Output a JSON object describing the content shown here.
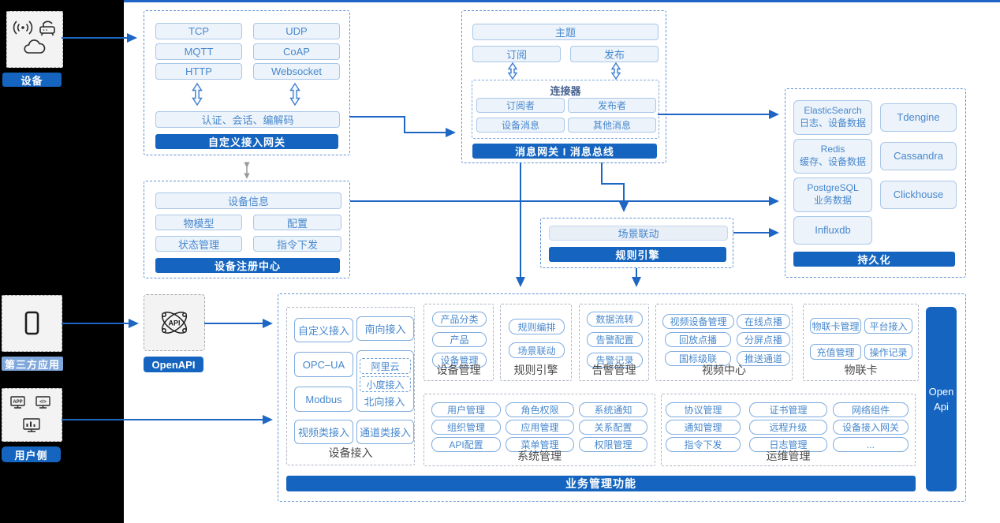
{
  "palette": {
    "bar_blue": "#1565C0",
    "arrow_blue": "#1E66C4",
    "pill_text_blue": "#4788CE",
    "pill_border_blue": "#A9C7E9",
    "pill_fill": "#EDF3FA",
    "dashed_box_blue": "#5E92D4",
    "section_border_gray": "#AEB8C6",
    "light_label_blue": "#7FA7DB"
  },
  "icon_texts": {
    "app": "APP",
    "code": "</>",
    "api": "API"
  },
  "left_rail": {
    "device": {
      "label": "设备"
    },
    "third_party": {
      "label": "第三方应用"
    },
    "user_side": {
      "label": "用户侧"
    },
    "openapi": {
      "label": "OpenAPI"
    }
  },
  "custom_gateway": {
    "protocols": [
      "TCP",
      "UDP",
      "MQTT",
      "CoAP",
      "HTTP",
      "Websocket"
    ],
    "auth_layer": "认证、会话、编解码",
    "title": "自定义接入网关"
  },
  "message_gateway": {
    "topic": "主题",
    "subscribe": "订阅",
    "publish": "发布",
    "connector": {
      "title": "连接器",
      "items": [
        "订阅者",
        "发布者",
        "设备消息",
        "其他消息"
      ]
    },
    "title": "消息网关 I 消息总线"
  },
  "device_registry": {
    "device_info": "设备信息",
    "items": [
      "物模型",
      "配置",
      "状态管理",
      "指令下发"
    ],
    "title": "设备注册中心"
  },
  "rule_engine_box": {
    "scene_linkage": "场景联动",
    "title": "规则引擎"
  },
  "persistence": {
    "title": "持久化",
    "stores": [
      {
        "name": "ElasticSearch",
        "desc": "日志、设备数据"
      },
      {
        "name": "Tdengine",
        "desc": ""
      },
      {
        "name": "Redis",
        "desc": "缓存、设备数据"
      },
      {
        "name": "Cassandra",
        "desc": ""
      },
      {
        "name": "PostgreSQL",
        "desc": "业务数据"
      },
      {
        "name": "Clickhouse",
        "desc": ""
      },
      {
        "name": "Influxdb",
        "desc": ""
      }
    ]
  },
  "business": {
    "title": "业务管理功能",
    "open_api": "Open Api",
    "device_access": {
      "label": "设备接入",
      "items": [
        "自定义接入",
        "南向接入",
        "OPC–UA",
        "Modbus",
        "视频类接入",
        "通道类接入"
      ],
      "north_group": {
        "dashed": [
          "阿里云",
          "小度接入"
        ],
        "label": "北向接入"
      }
    },
    "device_mgmt": {
      "label": "设备管理",
      "items": [
        "产品分类",
        "产品",
        "设备管理"
      ]
    },
    "rule_engine": {
      "label": "规则引擎",
      "items": [
        "规则编排",
        "场景联动"
      ]
    },
    "alarm_mgmt": {
      "label": "告警管理",
      "items": [
        "数据流转",
        "告警配置",
        "告警记录"
      ]
    },
    "video_center": {
      "label": "视频中心",
      "items": [
        "视频设备管理",
        "在线点播",
        "回放点播",
        "分屏点播",
        "国标级联",
        "推送通道"
      ]
    },
    "iot_card": {
      "label": "物联卡",
      "items": [
        "物联卡管理",
        "平台接入",
        "充值管理",
        "操作记录"
      ]
    },
    "system_mgmt": {
      "label": "系统管理",
      "items": [
        "用户管理",
        "角色权限",
        "系统通知",
        "组织管理",
        "应用管理",
        "关系配置",
        "API配置",
        "菜单管理",
        "权限管理"
      ]
    },
    "ops_mgmt": {
      "label": "运维管理",
      "items": [
        "协议管理",
        "证书管理",
        "网络组件",
        "通知管理",
        "远程升级",
        "设备接入网关",
        "指令下发",
        "日志管理",
        "..."
      ]
    }
  }
}
